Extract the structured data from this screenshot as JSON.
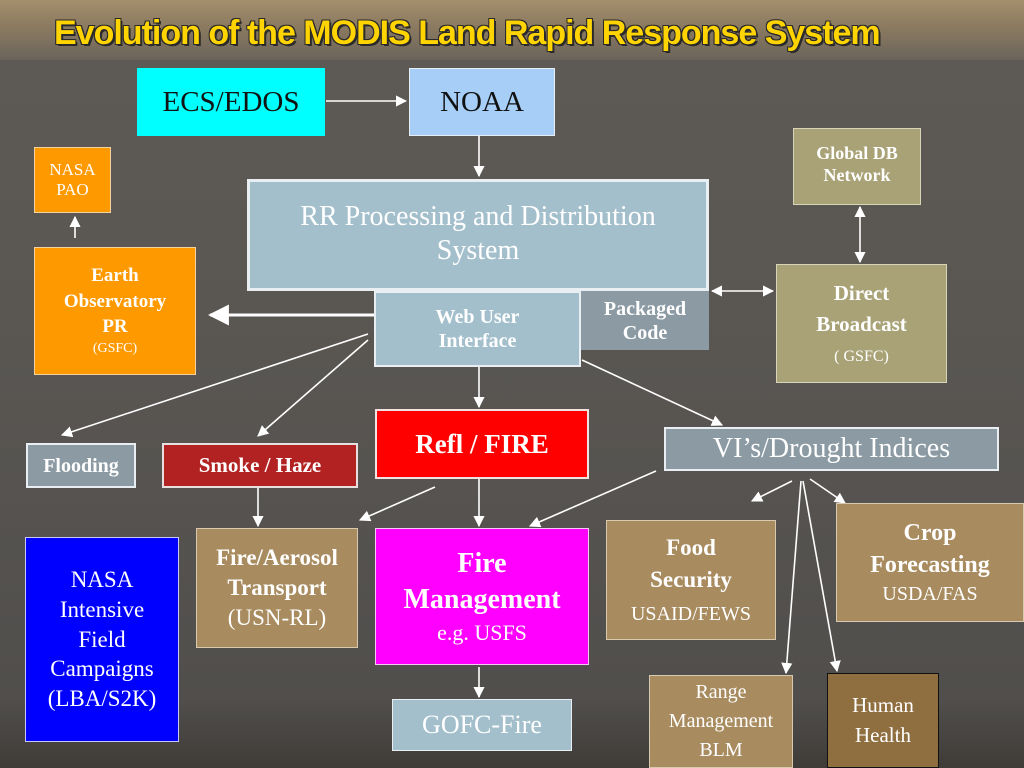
{
  "title": "Evolution of the MODIS Land Rapid Response System",
  "nodes": {
    "ecs_edos": "ECS/EDOS",
    "noaa": "NOAA",
    "nasa_pao": {
      "line1": "NASA",
      "line2": "PAO"
    },
    "rr_processing": "RR Processing and Distribution System",
    "web_user_interface": {
      "line1": "Web User",
      "line2": "Interface"
    },
    "packaged_code": {
      "line1": "Packaged",
      "line2": "Code"
    },
    "global_db": {
      "line1": "Global  DB",
      "line2": "Network"
    },
    "direct_broadcast": {
      "line1": "Direct",
      "line2": "Broadcast",
      "sub": "( GSFC)"
    },
    "earth_observatory": {
      "line1": "Earth",
      "line2": "Observatory",
      "line3": "PR",
      "sub": "(GSFC)"
    },
    "flooding": "Flooding",
    "smoke_haze": "Smoke / Haze",
    "refl_fire": "Refl / FIRE",
    "vi_drought": "VI’s/Drought Indices",
    "nasa_campaigns": {
      "line1": "NASA",
      "line2": "Intensive",
      "line3": "Field",
      "line4": "Campaigns",
      "line5": "(LBA/S2K)"
    },
    "fire_aerosol": {
      "line1": "Fire/Aerosol",
      "line2": "Transport",
      "line3": "(USN-RL)"
    },
    "fire_management": {
      "line1": "Fire",
      "line2": "Management",
      "line3": "e.g. USFS"
    },
    "food_security": {
      "line1": "Food",
      "line2": "Security",
      "line3": "USAID/FEWS"
    },
    "crop_forecasting": {
      "line1": "Crop",
      "line2": "Forecasting",
      "line3": "USDA/FAS"
    },
    "gofc_fire": "GOFC-Fire",
    "range_management": {
      "line1": "Range",
      "line2": "Management",
      "line3": "BLM"
    },
    "human_health": {
      "line1": "Human",
      "line2": "Health"
    }
  },
  "colors": {
    "cyan": "#00ffff",
    "light_blue": "#a6cef7",
    "orange": "#ff9900",
    "steel": "#a3bfcc",
    "slate": "#8b9aa3",
    "olive": "#a8a276",
    "red": "#ff0000",
    "dark_red": "#b22222",
    "magenta": "#ff00ff",
    "blue": "#0000ff",
    "tan": "#a88b5e",
    "gold": "#ffd400"
  }
}
